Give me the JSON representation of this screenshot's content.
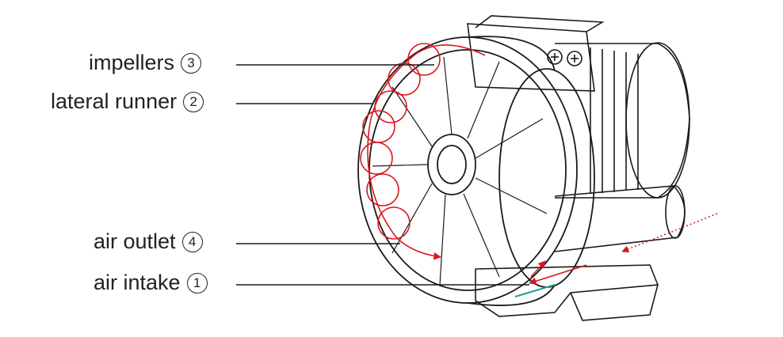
{
  "diagram": {
    "colors": {
      "line": "#1a1a1a",
      "accent": "#d9161c",
      "teal": "#21a38f"
    },
    "labels": [
      {
        "id": "impellers",
        "text": "impellers",
        "number": "3"
      },
      {
        "id": "lateral-runner",
        "text": "lateral runner",
        "number": "2"
      },
      {
        "id": "air-outlet",
        "text": "air outlet",
        "number": "4"
      },
      {
        "id": "air-intake",
        "text": "air intake",
        "number": "1"
      }
    ]
  }
}
